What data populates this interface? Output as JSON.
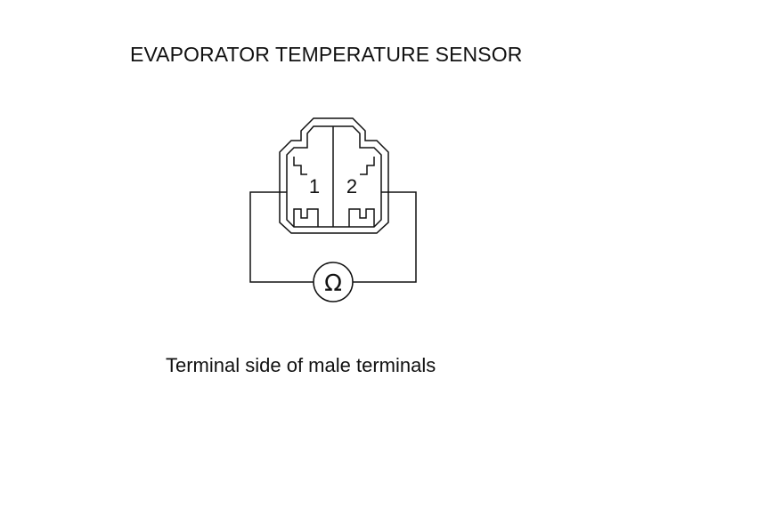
{
  "title": "EVAPORATOR TEMPERATURE SENSOR",
  "connector": {
    "pin_1": "1",
    "pin_2": "2"
  },
  "meter": {
    "symbol": "Ω"
  },
  "caption": "Terminal side of male terminals"
}
